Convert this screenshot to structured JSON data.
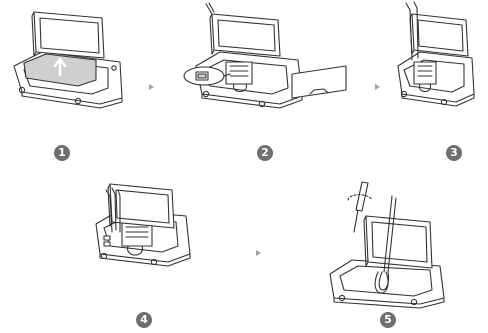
{
  "figure": {
    "steps": [
      {
        "number": "1",
        "label": "❶"
      },
      {
        "number": "2",
        "label": "❷"
      },
      {
        "number": "3",
        "label": "❸"
      },
      {
        "number": "4",
        "label": "❹"
      },
      {
        "number": "5",
        "label": "❺"
      }
    ],
    "colors": {
      "line": "#333333",
      "panel_fill": "#cfcfcf",
      "badge": "#6e6e6e",
      "arrow": "#a0a0a0"
    }
  }
}
